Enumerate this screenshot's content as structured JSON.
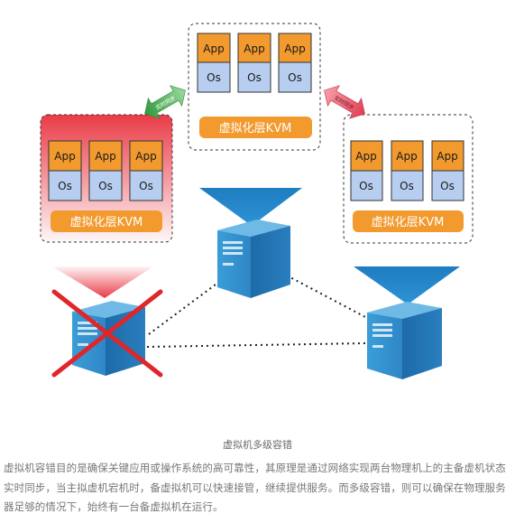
{
  "diagram": {
    "app_label": "App",
    "os_label": "Os",
    "layer_label": "虚拟化层KVM",
    "sync_label_left": "实时同步",
    "sync_label_right": "实时同步",
    "colors": {
      "app_fill": "#f29a2e",
      "os_fill": "#b7cef0",
      "layer_fill": "#f29a2e",
      "server_front": "#2f8fcf",
      "failed_glow": "#e8313d",
      "cross": "#e0252b",
      "sync_left": "#3aa845",
      "sync_right": "#e24a5a"
    }
  },
  "caption": "虚拟机多级容错",
  "paragraph": "虚拟机容错目的是确保关键应用或操作系统的高可靠性，其原理是通过网络实现两台物理机上的主备虚机状态实时同步，当主拟虚机宕机时，备虚拟机可以快速接管，继续提供服务。而多级容错，则可以确保在物理服务器足够的情况下，始终有一台备虚拟机在运行。"
}
